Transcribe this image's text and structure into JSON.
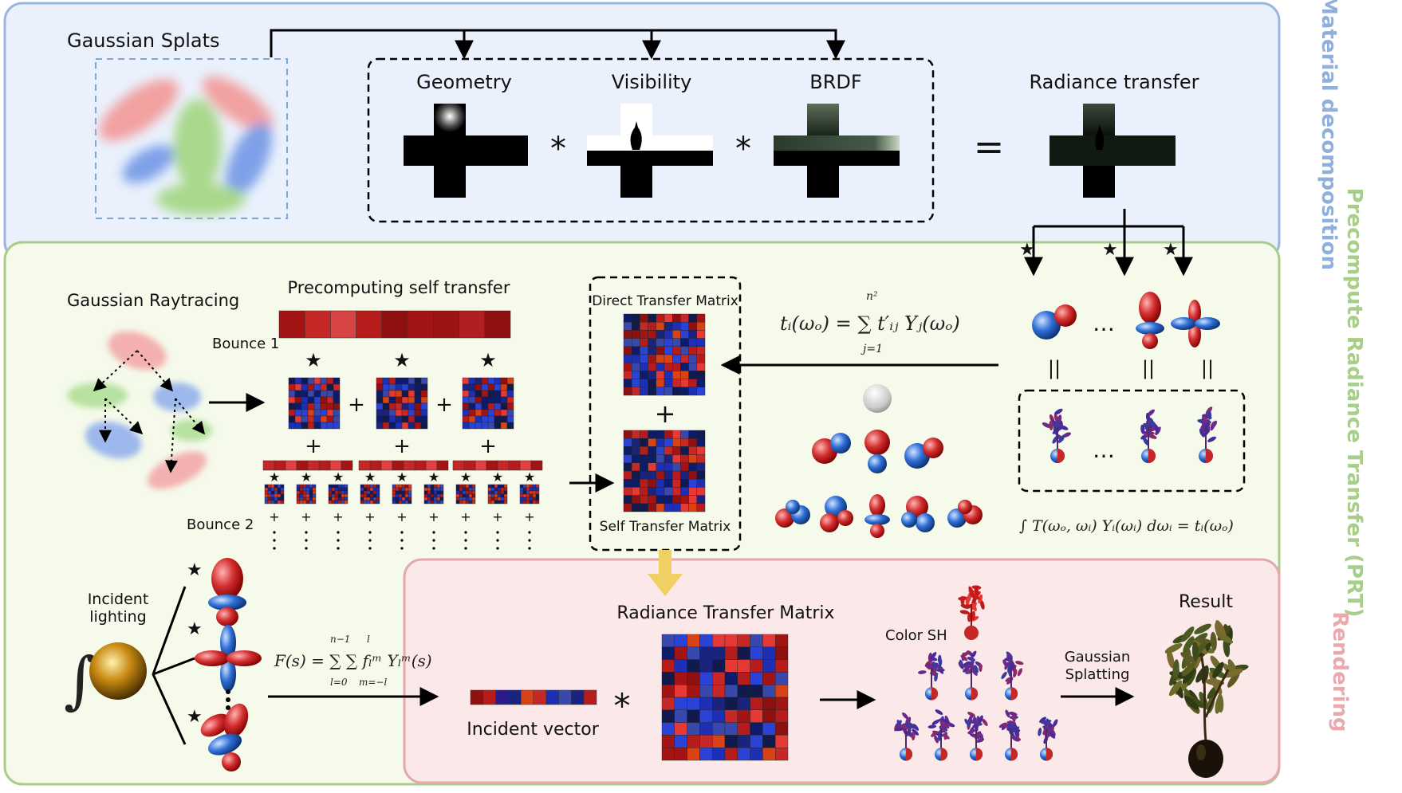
{
  "colors": {
    "material_bg": "#eaf1fd",
    "material_border": "#9ab6dc",
    "prt_bg": "#f5faea",
    "prt_border": "#a9cc8e",
    "render_bg": "#fbe9ea",
    "render_border": "#e6a7ad",
    "red": "#b71c1c",
    "blue": "#1e40c8",
    "arrow_yellow": "#f0cf63"
  },
  "sections": {
    "material": "Material decomposition",
    "prt": "Precompute Radiance Transfer (PRT)",
    "rendering": "Rendering"
  },
  "material": {
    "gaussian_splats": "Gaussian Splats",
    "geometry": "Geometry",
    "visibility": "Visibility",
    "brdf": "BRDF",
    "radiance_transfer": "Radiance transfer",
    "star": "*",
    "equals": "="
  },
  "prt": {
    "gaussian_raytracing": "Gaussian Raytracing",
    "precomputing_self_transfer": "Precomputing self transfer",
    "bounce1": "Bounce 1",
    "bounce2": "Bounce 2",
    "direct_transfer_matrix": "Direct Transfer Matrix",
    "self_transfer_matrix": "Self Transfer Matrix",
    "plus": "+",
    "star": "★",
    "ellipsis": "…",
    "equals_bar": "||",
    "formula_t": "tᵢ(ωₒ) = ∑ t′ᵢⱼ Yⱼ(ωₒ)",
    "formula_t_top": "n²",
    "formula_t_bottom": "j=1",
    "formula_integral": "∫ T(ωₒ, ωᵢ) Yᵢ(ωᵢ) dωᵢ = tᵢ(ωₒ)"
  },
  "render": {
    "incident_lighting_line1": "Incident",
    "incident_lighting_line2": "lighting",
    "formula_f": "F(s) = ∑ ∑ fₗᵐ Yₗᵐ(s)",
    "formula_f_top1": "n−1",
    "formula_f_bottom1": "l=0",
    "formula_f_top2": "l",
    "formula_f_bottom2": "m=−l",
    "incident_vector": "Incident vector",
    "radiance_transfer_matrix": "Radiance Transfer Matrix",
    "color_sh": "Color SH",
    "gaussian_splatting_line1": "Gaussian",
    "gaussian_splatting_line2": "Splatting",
    "result": "Result",
    "integral_sign": "∫"
  }
}
